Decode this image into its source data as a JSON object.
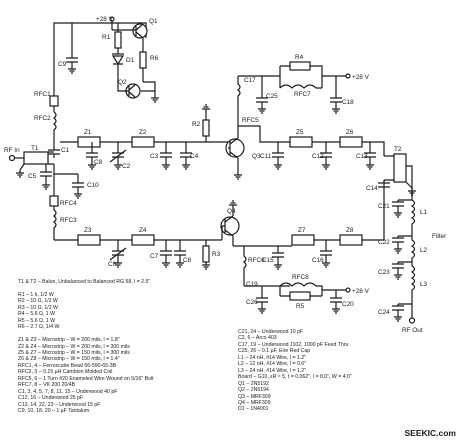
{
  "labels": {
    "q1": "Q1",
    "q2": "Q2",
    "q3": "Q3",
    "q4": "Q4",
    "d1": "D1",
    "r1": "R1",
    "r2": "R2",
    "r3": "R3",
    "r4": "R4",
    "r5": "R5",
    "r6": "R6",
    "c1": "C1",
    "c5": "C5",
    "c8": "C8",
    "c9": "C9",
    "c10": "C10",
    "c3": "C3",
    "c4": "C4",
    "c6": "C6",
    "c7": "C7",
    "c2": "C2",
    "c11": "C11",
    "c12": "C12",
    "c13": "C13",
    "c14": "C14",
    "c15": "C15",
    "c16": "C16",
    "c17": "C17",
    "c18": "C18",
    "c19": "C19",
    "c20": "C20",
    "c21": "C21",
    "c22": "C22",
    "c23": "C23",
    "c24": "C24",
    "c25": "C25",
    "c26": "C26",
    "z1": "Z1",
    "z2": "Z2",
    "z3": "Z3",
    "z4": "Z4",
    "z5": "Z5",
    "z6": "Z6",
    "z7": "Z7",
    "z8": "Z8",
    "rfc1": "RFC1",
    "rfc2": "RFC2",
    "rfc3": "RFC3",
    "rfc4": "RFC4",
    "rfc5": "RFC5",
    "rfc6": "RFC6",
    "rfc7": "RFC7",
    "rfc8": "RFC8",
    "l1": "L1",
    "l2": "L2",
    "l3": "L3",
    "t1": "T1",
    "t2": "T2",
    "v28_top": "+28 V",
    "v28_mid": "+28 V",
    "v28_bot": "+28 V",
    "rf_in": "RF In",
    "rf_out": "RF Out",
    "filter": "Filter"
  },
  "parts_left": [
    "T1 & T2 – Balun, Unbalanced to Balanced  RG 58, l = 2.5\"",
    "",
    "R1 – 1 k, 1/2 W",
    "R2 – 10 Ω, 1/2 W",
    "R3 – 10 Ω, 1/2 W",
    "R4 – 5.6 Ω, 1 W",
    "R5 – 5.6 Ω, 1 W",
    "R6 – 2.7 Ω, 1/4 W",
    "",
    "Z1 & Z3 – Microstrip – W = 200 mils, l = 1.8\"",
    "Z2 & Z4 – Microstrip – W = 200 mils, l = 300 mils",
    "Z5 & Z7 – Microstrip – W = 150 mils, l = 300 mils",
    "Z6 & Z8 – Microstrip – W = 150 mils, l = 1.4\"",
    "RFC1, 4 – Ferroxcube Bead 56-590-65-3B",
    "RFC2, 3 – 0.15 µH Cambion Molded Coil",
    "RFC5, 6 – 1 Turn #20 Enameled Wire Wound on 5/16\" Bolt",
    "RFC7, 8 – VK 200 20/4B",
    "C1, 3, 4, 5, 7, 8, 11, 15 – Underwood 40 pF",
    "C12, 16 – Underwood 25 pF",
    "C13, 14, 22, 23 – Underwood 15 pF",
    "C9, 10, 18, 20 – 1 µF Tantalum"
  ],
  "parts_right": [
    "C21, 24 – Underwood 10 pF",
    "C2, 6 – Arco 403",
    "C17, 19 – Underwood J102, 1000 pF Feed Thru",
    "C25, 26 – 0.1 µF, Erie Red Cap",
    "L1 – 24 nH, #14 Wire, l = 1.2\"",
    "L2 – 12 nH, #14 Wire, l = 0.6\"",
    "L3 – 24 nH, #14 Wire, l = 1.2\"",
    "Board – G10, εR ≈ 5, t = 0.062\", l = 8.0\", W = 4.0\"",
    "Q1 – 2N5192",
    "Q2 – 2N5194",
    "Q3 – MRF309",
    "Q4 – MRF309",
    "D1 – 1N4001"
  ],
  "watermark": "SEEKIC.com"
}
